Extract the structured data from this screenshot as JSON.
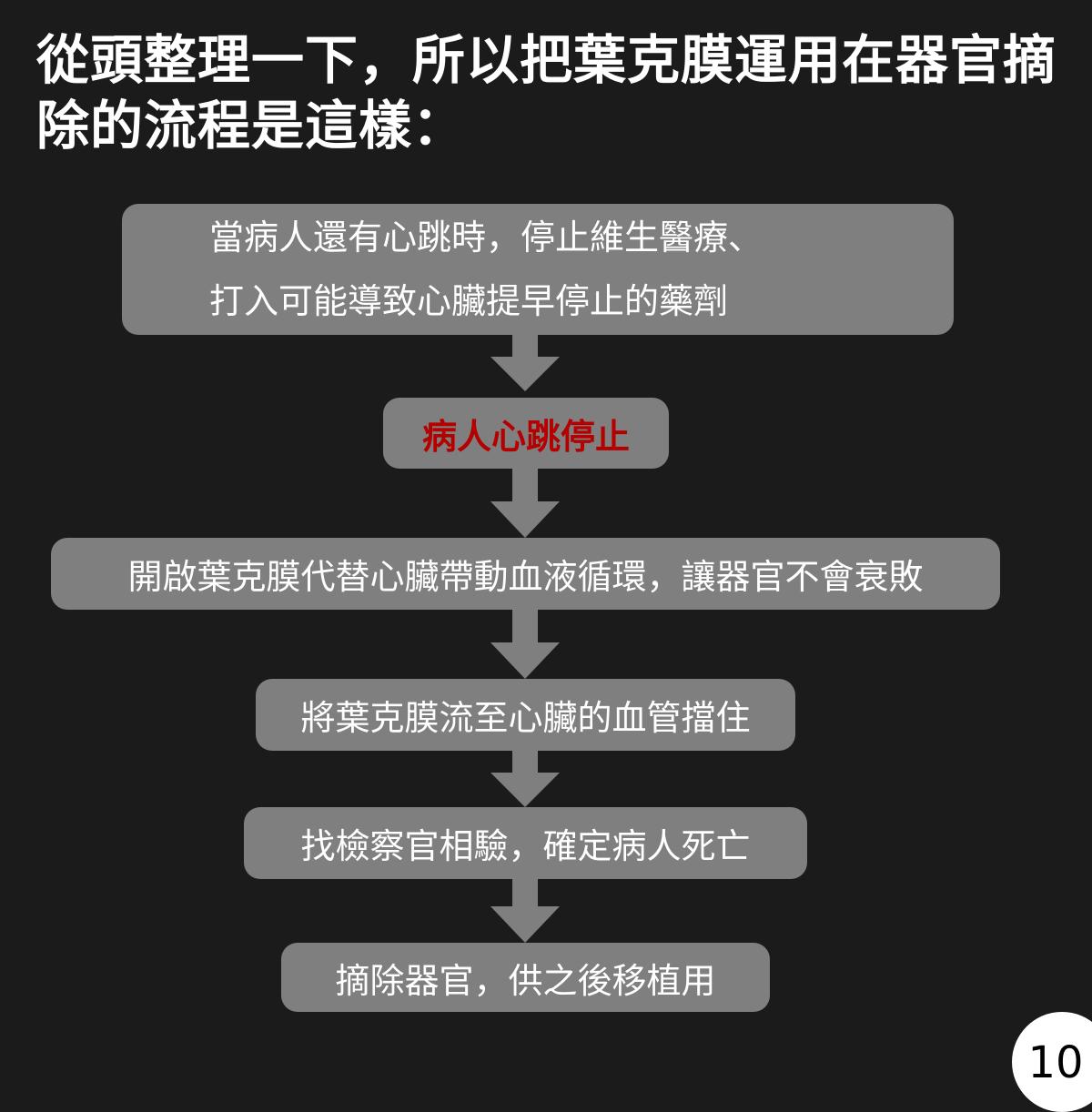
{
  "title": {
    "lines": [
      "從頭整理一下，所以把葉克膜運用在器官摘",
      "除的流程是這樣："
    ]
  },
  "steps": [
    {
      "lines": [
        "當病人還有心跳時，停止維生醫療、",
        "打入可能導致心臟提早停止的藥劑"
      ]
    },
    {
      "text": "病人心跳停止"
    },
    {
      "text": "開啟葉克膜代替心臟帶動血液循環，讓器官不會衰敗"
    },
    {
      "text": "將葉克膜流至心臟的血管擋住"
    },
    {
      "text": "找檢察官相驗，確定病人死亡"
    },
    {
      "text": "摘除器官，供之後移植用"
    }
  ],
  "page_number": "10",
  "colors": {
    "background": "#1b1b1b",
    "box": "#7f7f7f",
    "highlight_text": "#b50000",
    "arrow": "#7f7f7f"
  }
}
